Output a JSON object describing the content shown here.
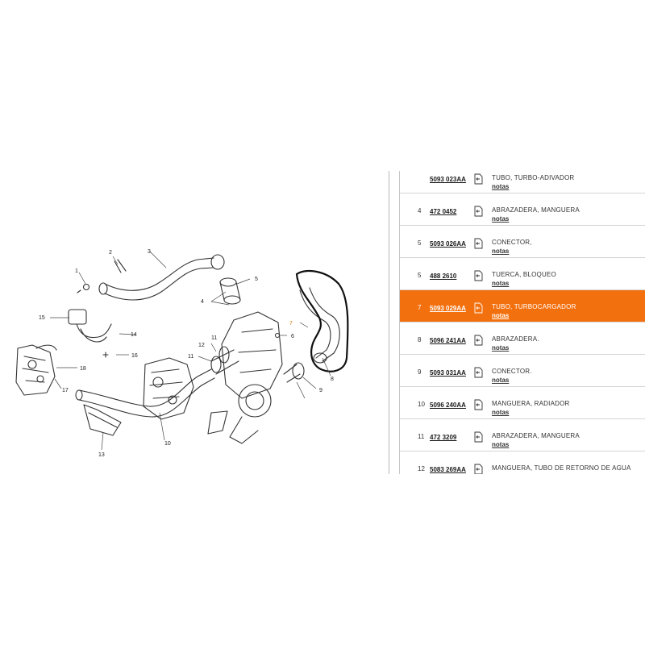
{
  "diagram": {
    "callouts": [
      "1",
      "2",
      "3",
      "4",
      "5",
      "6",
      "7",
      "8",
      "9",
      "10",
      "11",
      "11",
      "12",
      "13",
      "14",
      "15",
      "16",
      "17",
      "18"
    ],
    "highlight_color": "#111111"
  },
  "parts": {
    "selected_color": "#f3700e",
    "rows": [
      {
        "index": "",
        "part": "5093 023AA",
        "desc": "TUBO, TURBO-ADIVADOR",
        "notes": "notas"
      },
      {
        "index": "4",
        "part": "472 0452",
        "desc": "ABRAZADERA, MANGUERA",
        "notes": "notas"
      },
      {
        "index": "5",
        "part": "5093 026AA",
        "desc": "CONECTOR,",
        "notes": "notas"
      },
      {
        "index": "5",
        "part": "488 2610",
        "desc": "TUERCA, BLOQUEO",
        "notes": "notas"
      },
      {
        "index": "7",
        "part": "5093 029AA",
        "desc": "TUBO, TURBOCARGADOR",
        "notes": "notas"
      },
      {
        "index": "8",
        "part": "5096 241AA",
        "desc": "ABRAZADERA.",
        "notes": "notas"
      },
      {
        "index": "9",
        "part": "5093 031AA",
        "desc": "CONECTOR.",
        "notes": "notas"
      },
      {
        "index": "10",
        "part": "5096 240AA",
        "desc": "MANGUERA, RADIADOR",
        "notes": "notas"
      },
      {
        "index": "11",
        "part": "472 3209",
        "desc": "ABRAZADERA, MANGUERA",
        "notes": "notas"
      },
      {
        "index": "12",
        "part": "5083 269AA",
        "desc": "MANGUERA, TUBO DE RETORNO DE AGUA",
        "notes": "notas"
      }
    ]
  }
}
